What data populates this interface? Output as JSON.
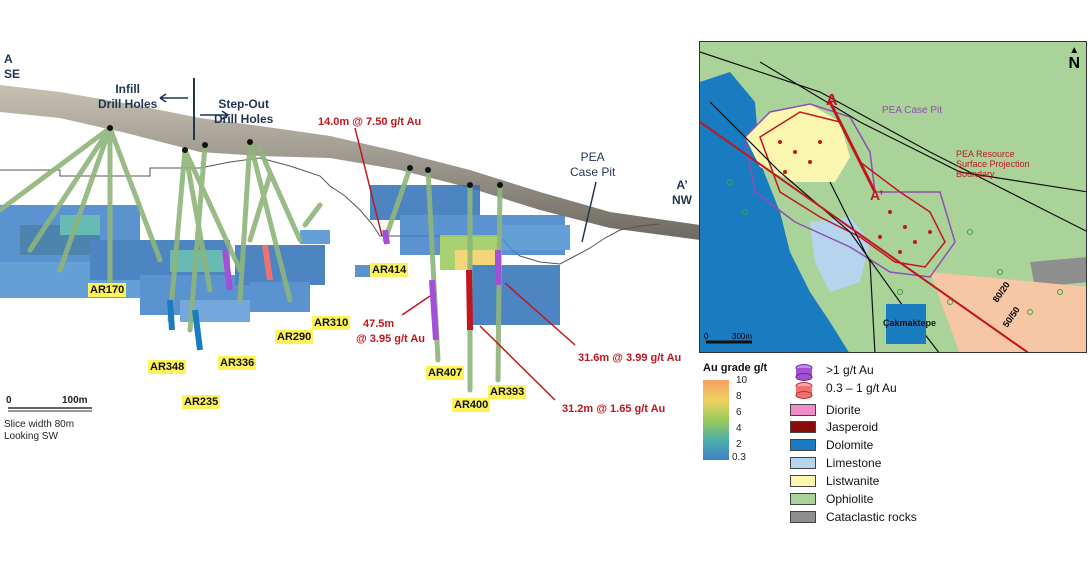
{
  "section": {
    "left_end": {
      "letter": "A",
      "dir": "SE"
    },
    "right_end": {
      "letter": "A’",
      "dir": "NW"
    },
    "infill_label": [
      "Infill",
      "Drill Holes"
    ],
    "stepout_label": [
      "Step-Out",
      "Drill Holes"
    ],
    "pea_label": [
      "PEA",
      "Case Pit"
    ],
    "intercepts": [
      "14.0m @ 7.50 g/t Au",
      "47.5m",
      "@ 3.95 g/t Au",
      "31.6m @ 3.99 g/t Au",
      "31.2m @ 1.65 g/t Au"
    ],
    "holes": [
      "AR170",
      "AR414",
      "AR310",
      "AR290",
      "AR348",
      "AR336",
      "AR235",
      "AR407",
      "AR400",
      "AR393"
    ],
    "scale": {
      "zero": "0",
      "end": "100m"
    },
    "notes": [
      "Slice width 80m",
      "Looking SW"
    ]
  },
  "inset": {
    "north": "N",
    "marker": "A",
    "marker_prime": "A’",
    "pea_pit": "PEA Case Pit",
    "pea_resource": [
      "PEA Resource",
      "Surface Projection",
      "Boundary"
    ],
    "place": "Çakmaktepe",
    "scale": {
      "zero": "0",
      "end": "300m"
    },
    "fault_labels": [
      "80/20",
      "50/50"
    ]
  },
  "grade_legend": {
    "title": "Au grade g/t",
    "ticks": [
      "10",
      "8",
      "6",
      "4",
      "2",
      "0.3"
    ],
    "colors": [
      "#f4a060",
      "#f0d060",
      "#9acb5a",
      "#4db0a8",
      "#3f7fc8"
    ]
  },
  "symbol_legend": [
    {
      "label": ">1 g/t Au",
      "color": "#a34fd6"
    },
    {
      "label": "0.3 – 1 g/t Au",
      "color": "#f07070"
    }
  ],
  "lithology_legend": [
    {
      "label": "Diorite",
      "color": "#f08cc8"
    },
    {
      "label": "Jasperoid",
      "color": "#8b0a0a"
    },
    {
      "label": "Dolomite",
      "color": "#1a7cc0"
    },
    {
      "label": "Limestone",
      "color": "#b7d4ee"
    },
    {
      "label": "Listwanite",
      "color": "#fbf6b0"
    },
    {
      "label": "Ophiolite",
      "color": "#aad39a"
    },
    {
      "label": "Cataclastic rocks",
      "color": "#8e8e8e"
    }
  ]
}
